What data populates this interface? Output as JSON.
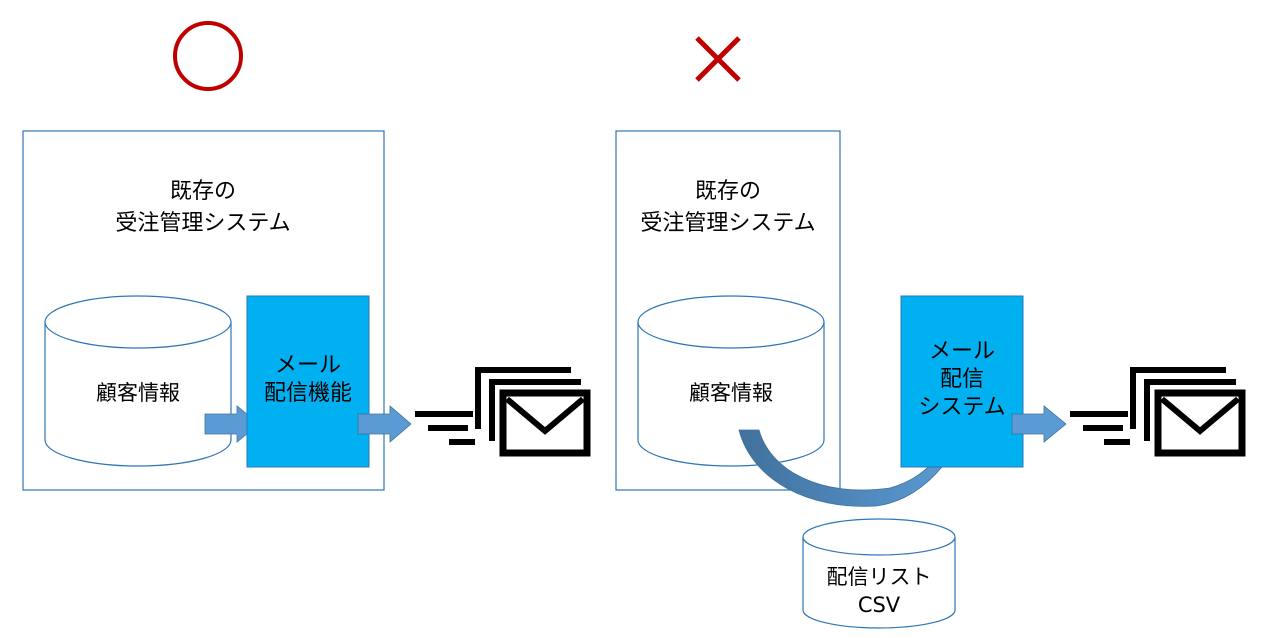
{
  "left": {
    "verdict_mark": "circle-good-mark",
    "system": {
      "title_line1": "既存の",
      "title_line2": "受注管理システム"
    },
    "database": {
      "label": "顧客情報"
    },
    "mail_block": {
      "line1": "メール",
      "line2": "配信機能"
    }
  },
  "right": {
    "verdict_mark": "cross-bad-mark",
    "system": {
      "title_line1": "既存の",
      "title_line2": "受注管理システム"
    },
    "database": {
      "label": "顧客情報"
    },
    "mail_system": {
      "line1": "メール",
      "line2": "配信",
      "line3": "システム"
    },
    "csv": {
      "line1": "配信リスト",
      "line2": "CSV"
    }
  },
  "colors": {
    "circle_mark": "#c00000",
    "cross_mark": "#c00000",
    "box_border": "#2e75b6",
    "mail_block_fill": "#00b0f0",
    "arrow_fill": "#5b9bd5",
    "mail_icon": "#000000"
  },
  "icons": [
    "mail-send-icon"
  ]
}
